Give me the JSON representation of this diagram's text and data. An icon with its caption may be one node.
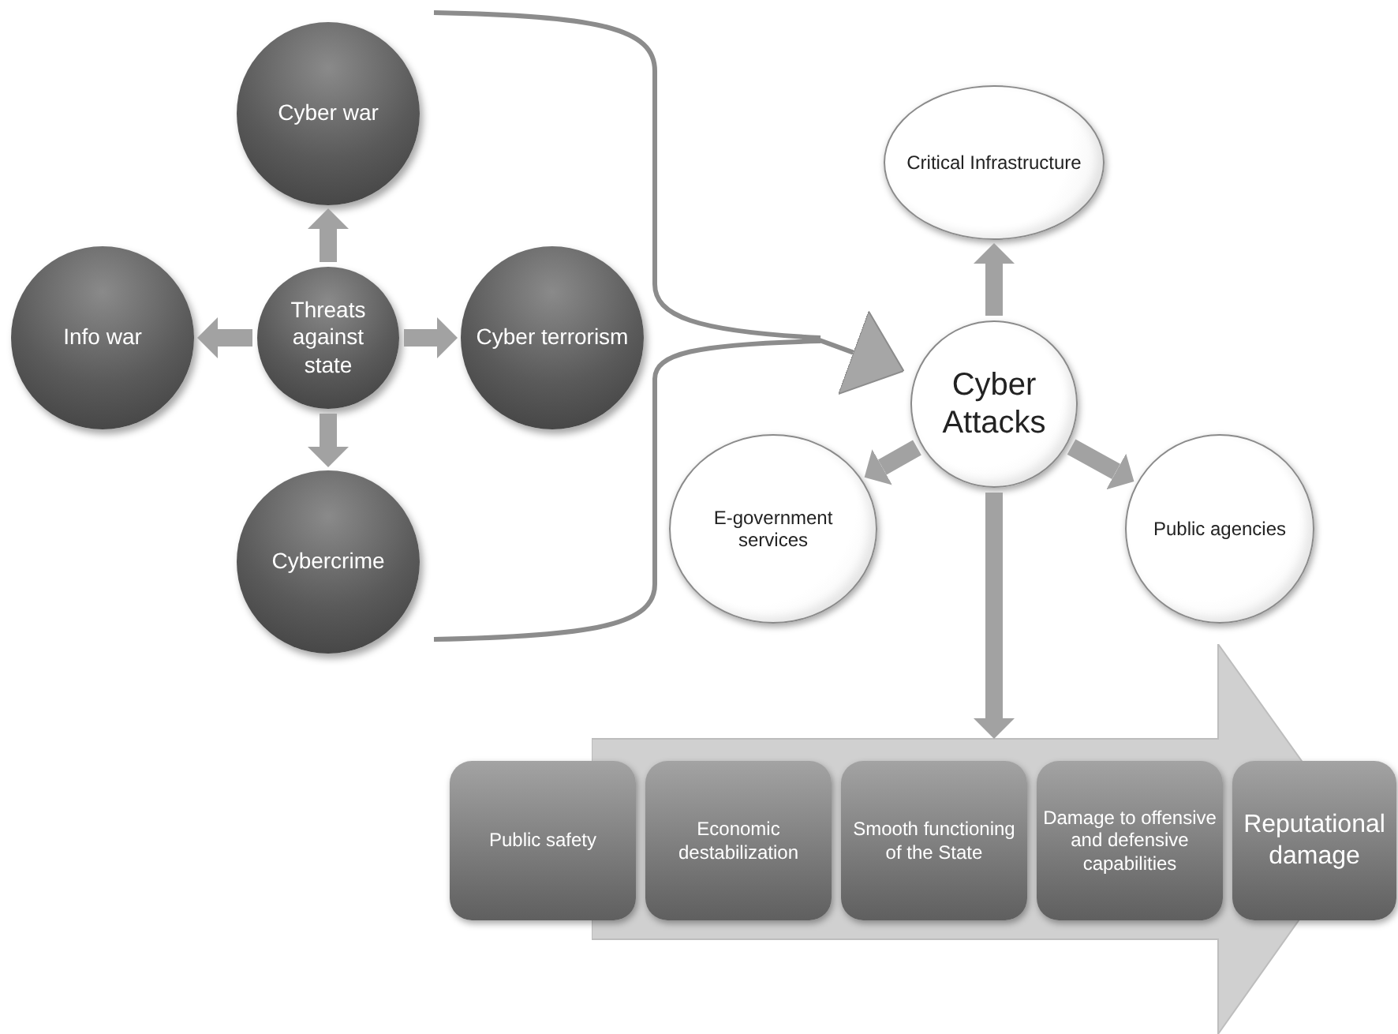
{
  "diagram": {
    "nodes": [
      {
        "text": [
          "Threats against state"
        ]
      },
      {
        "text": [
          "Cyber war"
        ]
      },
      {
        "text": [
          "Info war"
        ]
      },
      {
        "text": [
          "Cyber terrorism"
        ]
      },
      {
        "text": [
          "Cybercrime"
        ]
      },
      {
        "text": [
          "Critical Infrastructure"
        ]
      },
      {
        "text": [
          "Cyber Attacks"
        ]
      },
      {
        "text": [
          "E-government services"
        ]
      },
      {
        "text": [
          "Public agencies"
        ]
      },
      {
        "text": [],
        "shape": "arrow"
      },
      {
        "text": [
          "Public safety"
        ]
      },
      {
        "text": [
          "Economic destabilization"
        ],
        "in": 9
      },
      {
        "text": [
          "Smooth functioning of the State"
        ],
        "in": 9
      },
      {
        "text": [
          "Damage to offensive and defensive capabilities"
        ],
        "in": 9
      },
      {
        "text": [
          "Reputational damage"
        ]
      }
    ],
    "edges": [
      {
        "from": 0,
        "to": 1,
        "arrow": "to"
      },
      {
        "from": 0,
        "to": 2,
        "arrow": "to"
      },
      {
        "from": 0,
        "to": 3,
        "arrow": "to"
      },
      {
        "from": 0,
        "to": 4,
        "arrow": "to"
      },
      {
        "from": null,
        "to": 6,
        "arrow": "to"
      },
      {
        "from": 6,
        "to": 5,
        "arrow": "to"
      },
      {
        "from": 6,
        "to": 7,
        "arrow": "to"
      },
      {
        "from": 6,
        "to": 8,
        "arrow": "to"
      },
      {
        "from": 6,
        "to": 9,
        "arrow": "to"
      }
    ]
  }
}
